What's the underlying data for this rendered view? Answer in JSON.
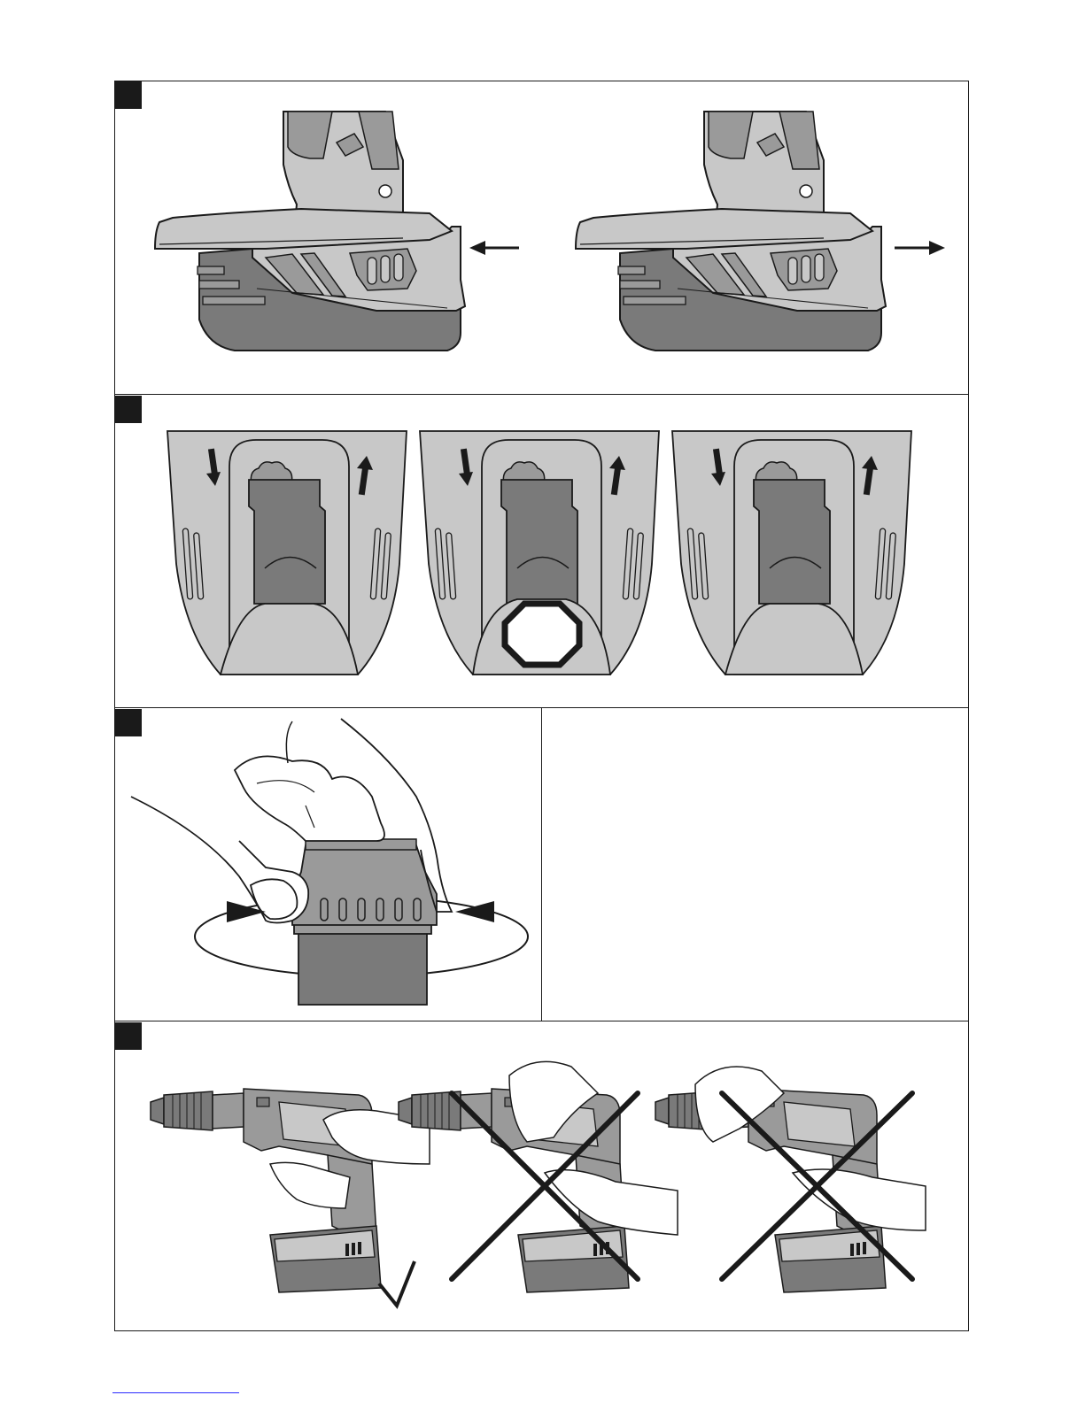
{
  "page": {
    "figures": [
      {
        "id": "fig-1",
        "subject": "battery-insert-remove"
      },
      {
        "id": "fig-2",
        "subject": "chuck-change"
      },
      {
        "id": "fig-3",
        "subject": "chuck-rotate"
      },
      {
        "id": "fig-4",
        "subject": "grip-correct-incorrect"
      }
    ]
  },
  "colors": {
    "line": "#1a1a1a",
    "body_light": "#c8c8c8",
    "body_mid": "#9a9a9a",
    "body_dark": "#7a7a7a",
    "paper": "#ffffff"
  },
  "icons": [
    "arrow-left-icon",
    "arrow-right-icon",
    "arrow-down-icon",
    "arrow-up-icon",
    "octagon-socket-icon",
    "check-mark-icon",
    "cross-mark-icon"
  ]
}
